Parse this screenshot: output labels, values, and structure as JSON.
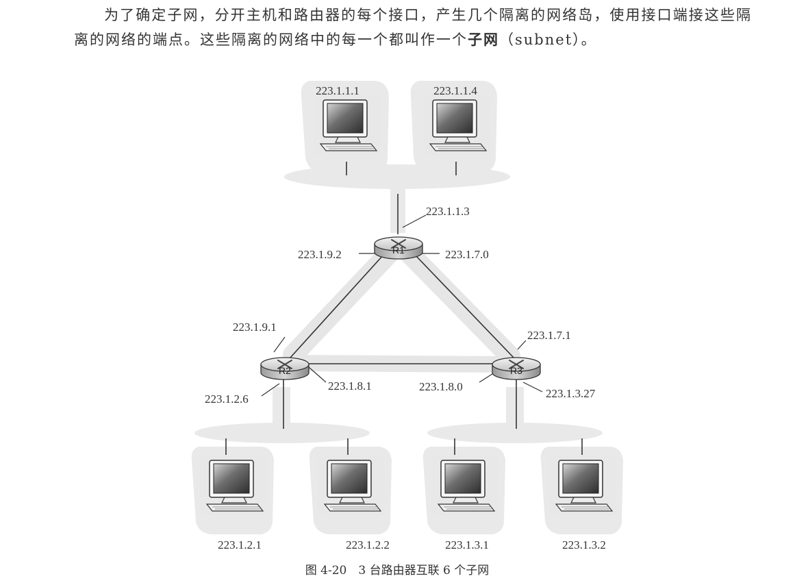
{
  "paragraph": {
    "part1": "为了确定子网，分开主机和路由器的每个接口，产生几个隔离的网络岛，使用接口端接这些隔离的网络的端点。这些隔离的网络中的每一个都叫作一个",
    "term": "子网",
    "part2": "（subnet）。"
  },
  "figure": {
    "hosts": {
      "h1": "223.1.1.1",
      "h2": "223.1.1.4",
      "h3": "223.1.2.1",
      "h4": "223.1.2.2",
      "h5": "223.1.3.1",
      "h6": "223.1.3.2"
    },
    "routers": {
      "r1": "R1",
      "r2": "R2",
      "r3": "R3"
    },
    "interfaces": {
      "r1_lan": "223.1.1.3",
      "r1_to_r2": "223.1.9.2",
      "r1_to_r3": "223.1.7.0",
      "r2_to_r1": "223.1.9.1",
      "r2_to_r3": "223.1.8.1",
      "r2_lan": "223.1.2.6",
      "r3_to_r1": "223.1.7.1",
      "r3_to_r2": "223.1.8.0",
      "r3_lan": "223.1.3.27"
    },
    "caption": "图 4-20　3 台路由器互联 6 个子网"
  }
}
